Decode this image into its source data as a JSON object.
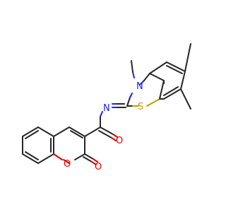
{
  "atoms": {
    "n_ring": "N",
    "n_imine": "N",
    "s_ring": "S",
    "o_amide": "O",
    "o_lactone_ring": "O",
    "o_carbonyl": "O"
  },
  "colors": {
    "bond": "#262626",
    "nitrogen": "#2020ff",
    "oxygen": "#e00000",
    "sulfur": "#bfa000"
  }
}
